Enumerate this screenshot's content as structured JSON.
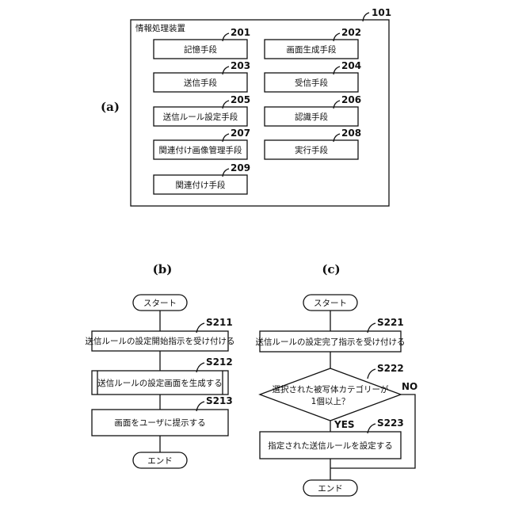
{
  "panel_a": {
    "label": "(a)",
    "device": {
      "ref": "101",
      "title": "情報処理装置"
    },
    "units": [
      {
        "ref": "201",
        "label": "記憶手段"
      },
      {
        "ref": "202",
        "label": "画面生成手段"
      },
      {
        "ref": "203",
        "label": "送信手段"
      },
      {
        "ref": "204",
        "label": "受信手段"
      },
      {
        "ref": "205",
        "label": "送信ルール設定手段"
      },
      {
        "ref": "206",
        "label": "認識手段"
      },
      {
        "ref": "207",
        "label": "関連付け画像管理手段"
      },
      {
        "ref": "208",
        "label": "実行手段"
      },
      {
        "ref": "209",
        "label": "関連付け手段"
      }
    ]
  },
  "panel_b": {
    "label": "(b)",
    "start": "スタート",
    "steps": [
      {
        "ref": "S211",
        "label": "送信ルールの設定開始指示を受け付ける"
      },
      {
        "ref": "S212",
        "label": "送信ルールの設定画面を生成する"
      },
      {
        "ref": "S213",
        "label": "画面をユーザに提示する"
      }
    ],
    "end": "エンド"
  },
  "panel_c": {
    "label": "(c)",
    "start": "スタート",
    "step1": {
      "ref": "S221",
      "label": "送信ルールの設定完了指示を受け付ける"
    },
    "decision": {
      "ref": "S222",
      "line1": "選択された被写体カテゴリーが",
      "line2": "1個以上？",
      "yes": "YES",
      "no": "NO"
    },
    "step3": {
      "ref": "S223",
      "label": "指定された送信ルールを設定する"
    },
    "end": "エンド"
  }
}
